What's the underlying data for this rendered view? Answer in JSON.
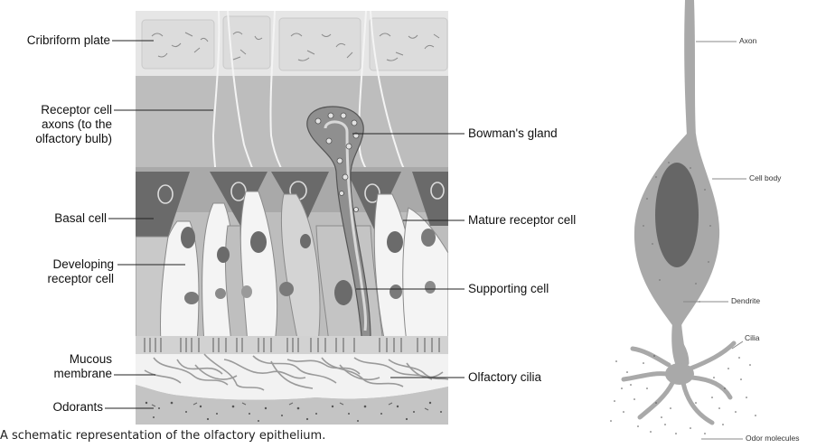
{
  "epithelium_labels": {
    "cribriform_plate": "Cribriform plate",
    "receptor_axons": "Receptor cell\naxons (to the\nolfactory bulb)",
    "basal_cell": "Basal cell",
    "developing_receptor": "Developing\nreceptor cell",
    "mucous_membrane": "Mucous\nmembrane",
    "odorants": "Odorants",
    "bowmans_gland": "Bowman's gland",
    "mature_receptor": "Mature receptor cell",
    "supporting_cell": "Supporting cell",
    "olfactory_cilia": "Olfactory cilia"
  },
  "neuron_labels": {
    "axon": "Axon",
    "cell_body": "Cell body",
    "dendrite": "Dendrite",
    "cilia": "Cilia",
    "odor_molecules": "Odor molecules"
  },
  "caption": "A schematic representation of the olfactory epithelium.",
  "colors": {
    "background": "#ffffff",
    "plate": "#e4e4e4",
    "axon_region": "#b9b9b9",
    "basal_cell": "#6a6a6a",
    "receptor_cell": "#f4f4f4",
    "supporting_cell": "#bfbfbf",
    "nucleus": "#6b6b6b",
    "gland": "#8f8f8f",
    "mucus": "#f2f2f2",
    "odorant_layer": "#c4c4c4",
    "neuron_body": "#a9a9a9",
    "neuron_nucleus": "#666666"
  }
}
